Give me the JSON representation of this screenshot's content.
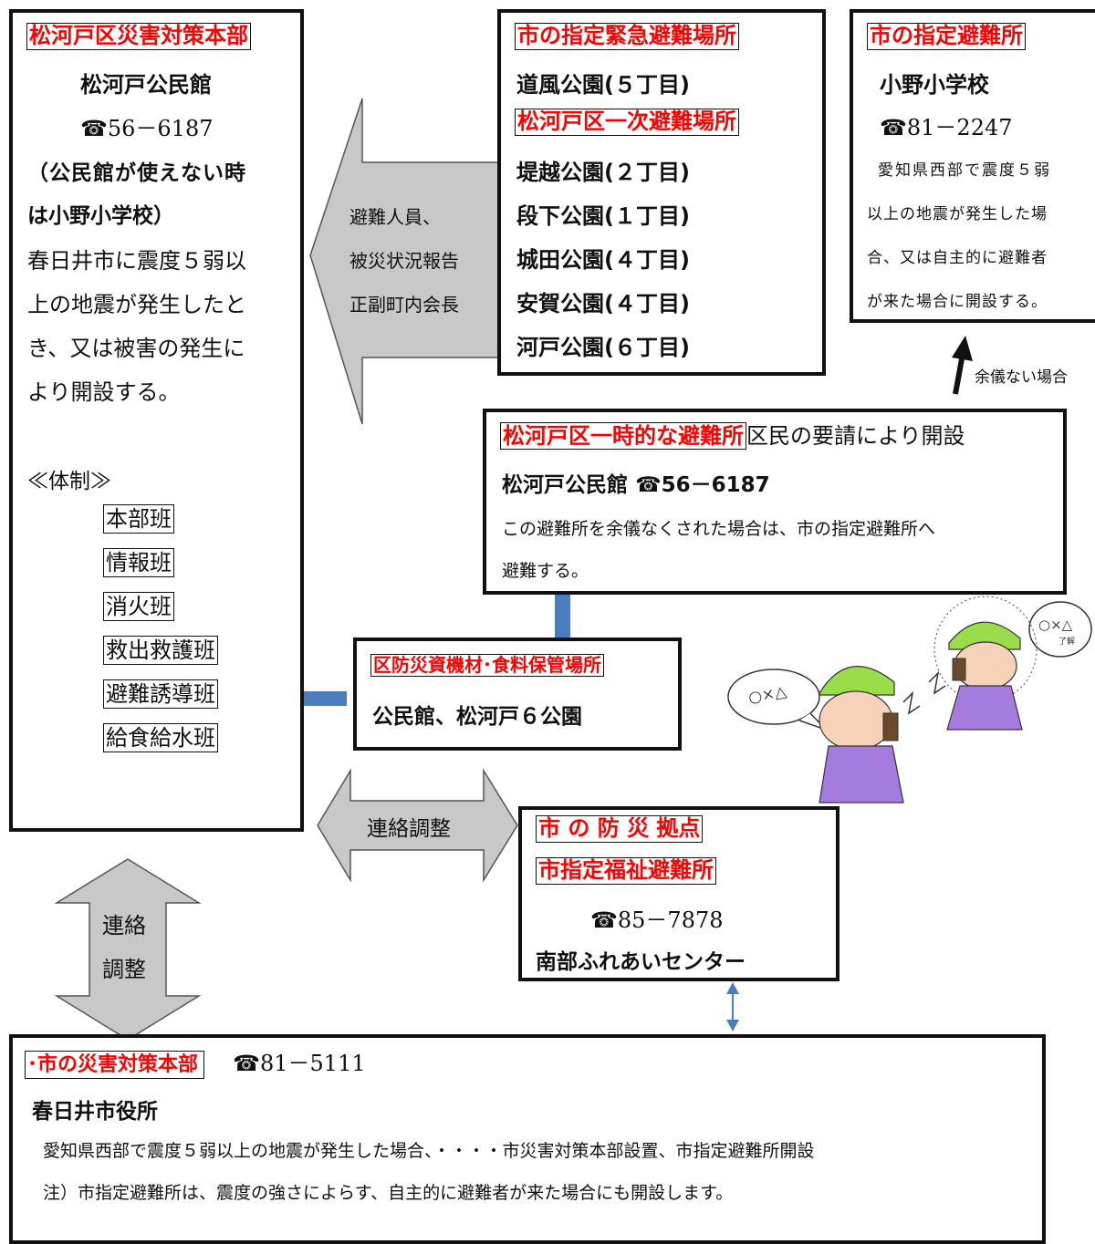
{
  "hq": {
    "title": "松河戸区災害対策本部",
    "place": "松河戸公民館",
    "tel": "☎56－6187",
    "alt_line1": "（公民館が使えない時",
    "alt_line2": "は小野小学校）",
    "desc_lines": [
      "春日井市に震度５弱以",
      "上の地震が発生したと",
      "き、又は被害の発生に",
      "より開設する。"
    ],
    "system_label": "≪体制≫",
    "teams": [
      "本部班",
      "情報班",
      "消火班",
      "救出救護班",
      "避難誘導班",
      "給食給水班"
    ]
  },
  "report_arrow": {
    "lines": [
      "避難人員、",
      "被災状況報告",
      "正副町内会長"
    ]
  },
  "emergency": {
    "title": "市の指定緊急避難場所",
    "parks_a": [
      "道風公園(５丁目)"
    ],
    "primary_title": "松河戸区一次避難場所",
    "parks_b": [
      "堤越公園(２丁目)",
      "段下公園(１丁目)",
      "城田公園(４丁目)",
      "安賀公園(４丁目)",
      "河戸公園(６丁目)"
    ]
  },
  "designated": {
    "title": "市の指定避難所",
    "school": "小野小学校",
    "tel": "☎81－2247",
    "desc_lines": [
      "愛知県西部で震度５弱",
      "以上の地震が発生した場",
      "合、又は自主的に避難者",
      "が来た場合に開設する。"
    ]
  },
  "unavoidable": "余儀ない場合",
  "temporary": {
    "title": "松河戸区一時的な避難所",
    "note": "区民の要請により開設",
    "place_tel": "松河戸公民館 ☎56－6187",
    "desc_line1": "この避難所を余儀なくされた場合は、市の指定避難所へ",
    "desc_line2": "避難する。"
  },
  "storage": {
    "title": "区防災資機材･食料保管場所",
    "place": "公民館、松河戸６公園"
  },
  "liaison_h": "連絡調整",
  "liaison_v": [
    "連絡",
    "調整"
  ],
  "base": {
    "title1": "市 の 防 災 拠点",
    "title2": "市指定福祉避難所",
    "tel": "☎85－7878",
    "name": "南部ふれあいセンター"
  },
  "city": {
    "title": "･市の災害対策本部",
    "tel": "☎81－5111",
    "office": "春日井市役所",
    "line1": "愛知県西部で震度５弱以上の地震が発生した場合、・・・・市災害対策本部設置、市指定避難所開設",
    "line2": "注）市指定避難所は、震度の強さによらす、自主的に避難者が来た場合にも開設します。"
  },
  "bubbles": {
    "left": "○×△",
    "right": "○×△",
    "right_small": "了解"
  },
  "colors": {
    "accent_red": "#ff0000",
    "arrow_fill": "#c8c8c8",
    "connector_blue": "#4a7cc0"
  }
}
